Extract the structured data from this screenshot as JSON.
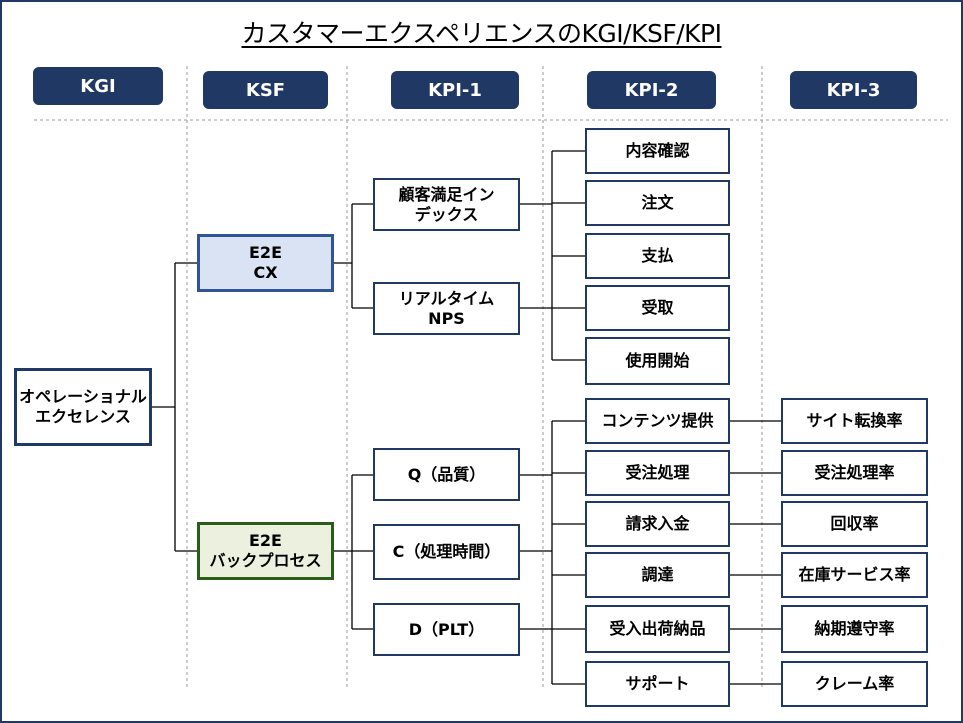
{
  "title": "カスタマーエクスペリエンスのKGI/KSF/KPI",
  "headers": {
    "kgi": "KGI",
    "ksf": "KSF",
    "kpi1": "KPI-1",
    "kpi2": "KPI-2",
    "kpi3": "KPI-3"
  },
  "kgi": {
    "label": "オペレーショナル\nエクセレンス"
  },
  "ksf": [
    {
      "label": "E2E\nCX"
    },
    {
      "label": "E2E\nバックプロセス"
    }
  ],
  "kpi1": [
    {
      "label": "顧客満足イン\nデックス"
    },
    {
      "label": "リアルタイム\nNPS"
    },
    {
      "label": "Q（品質）"
    },
    {
      "label": "C（処理時間）"
    },
    {
      "label": "D（PLT）"
    }
  ],
  "kpi2": [
    {
      "label": "内容確認"
    },
    {
      "label": "注文"
    },
    {
      "label": "支払"
    },
    {
      "label": "受取"
    },
    {
      "label": "使用開始"
    },
    {
      "label": "コンテンツ提供"
    },
    {
      "label": "受注処理"
    },
    {
      "label": "請求入金"
    },
    {
      "label": "調達"
    },
    {
      "label": "受入出荷納品"
    },
    {
      "label": "サポート"
    }
  ],
  "kpi3": [
    {
      "label": "サイト転換率"
    },
    {
      "label": "受注処理率"
    },
    {
      "label": "回収率"
    },
    {
      "label": "在庫サービス率"
    },
    {
      "label": "納期遵守率"
    },
    {
      "label": "クレーム率"
    }
  ],
  "colors": {
    "header_fill": "#1f3864",
    "box_border": "#1f3864",
    "cx_fill": "#dae3f3",
    "backprocess_fill": "#ebf1de",
    "backprocess_border": "#2a5d17"
  }
}
